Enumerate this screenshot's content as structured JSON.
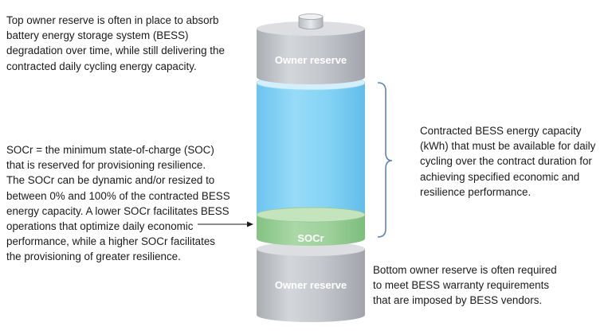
{
  "notes": {
    "top": [
      "Top owner reserve is often in place to absorb",
      "battery energy storage system (BESS)",
      "degradation over time, while still delivering the",
      "contracted daily cycling energy capacity."
    ],
    "left": [
      "SOCr = the minimum state-of-charge (SOC)",
      "that is reserved for provisioning resilience.",
      "The SOCr can be dynamic and/or resized to",
      "between 0% and 100% of the contracted BESS",
      "energy capacity. A lower SOCr facilitates BESS",
      "operations that optimize daily economic",
      "performance, while a higher SOCr facilitates",
      "the provisioning of greater resilience."
    ],
    "right": [
      "Contracted BESS energy capacity",
      "(kWh) that must be available for daily",
      "cycling over the contract duration for",
      "achieving specified economic and",
      "resilience performance."
    ],
    "bottom": [
      "Bottom owner reserve is often required",
      "to meet BESS warranty requirements",
      "that are imposed by BESS vendors."
    ]
  },
  "battery": {
    "top_reserve_label": "Owner reserve",
    "socr_label": "SOCr",
    "bottom_reserve_label": "Owner reserve"
  },
  "colors": {
    "reserve_gray": "#c4c7cc",
    "capacity_blue": "#85d3f5",
    "socr_green": "#9fd19c",
    "bracket_blue": "#5c86b5"
  }
}
